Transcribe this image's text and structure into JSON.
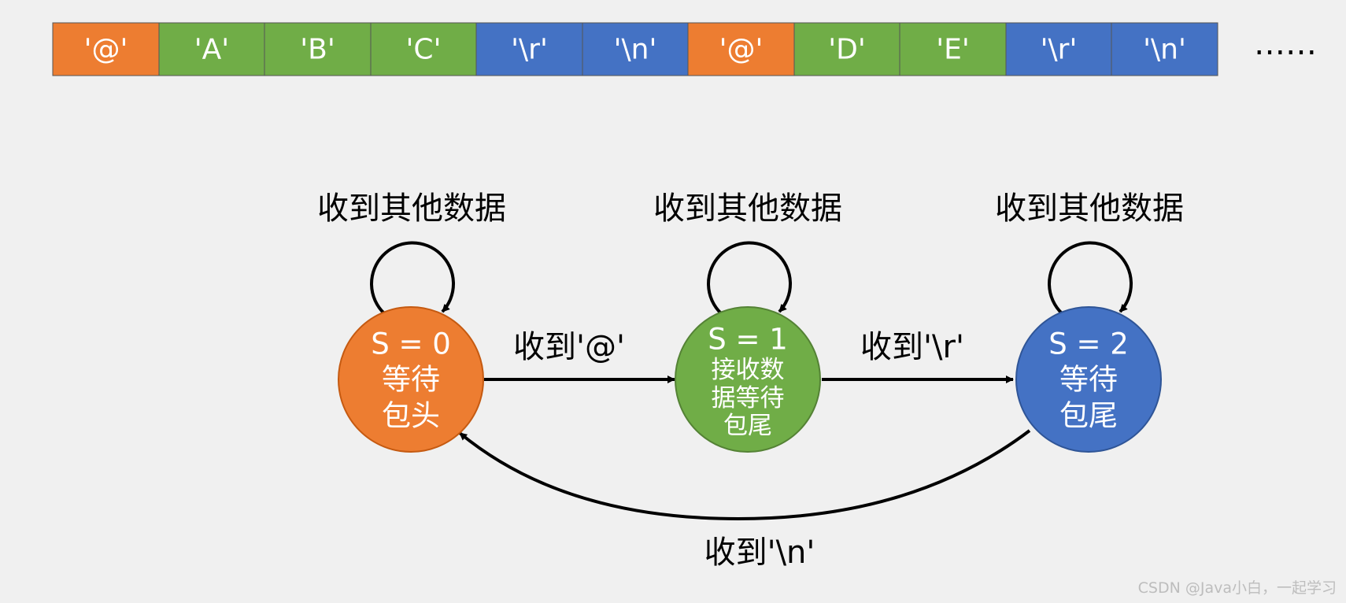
{
  "byte_stream": {
    "cells": [
      {
        "label": "'@'",
        "color": "#ED7D31"
      },
      {
        "label": "'A'",
        "color": "#70AD47"
      },
      {
        "label": "'B'",
        "color": "#70AD47"
      },
      {
        "label": "'C'",
        "color": "#70AD47"
      },
      {
        "label": "'\\r'",
        "color": "#4472C4"
      },
      {
        "label": "'\\n'",
        "color": "#4472C4"
      },
      {
        "label": "'@'",
        "color": "#ED7D31"
      },
      {
        "label": "'D'",
        "color": "#70AD47"
      },
      {
        "label": "'E'",
        "color": "#70AD47"
      },
      {
        "label": "'\\r'",
        "color": "#4472C4"
      },
      {
        "label": "'\\n'",
        "color": "#4472C4"
      }
    ],
    "continuation": "……"
  },
  "states": [
    {
      "lines": [
        "S = 0",
        "等待",
        "包头"
      ],
      "color": "#ED7D31",
      "border": "#C55A11",
      "self_loop_label": "收到其他数据"
    },
    {
      "lines": [
        "S = 1",
        "接收数",
        "据等待",
        "包尾"
      ],
      "color": "#70AD47",
      "border": "#548235",
      "self_loop_label": "收到其他数据"
    },
    {
      "lines": [
        "S = 2",
        "等待",
        "包尾"
      ],
      "color": "#4472C4",
      "border": "#2F5597",
      "self_loop_label": "收到其他数据"
    }
  ],
  "transitions": [
    {
      "from": 0,
      "to": 1,
      "label": "收到'@'"
    },
    {
      "from": 1,
      "to": 2,
      "label": "收到'\\r'"
    },
    {
      "from": 2,
      "to": 0,
      "label": "收到'\\n'"
    }
  ],
  "watermark": "CSDN @Java小白，一起学习"
}
